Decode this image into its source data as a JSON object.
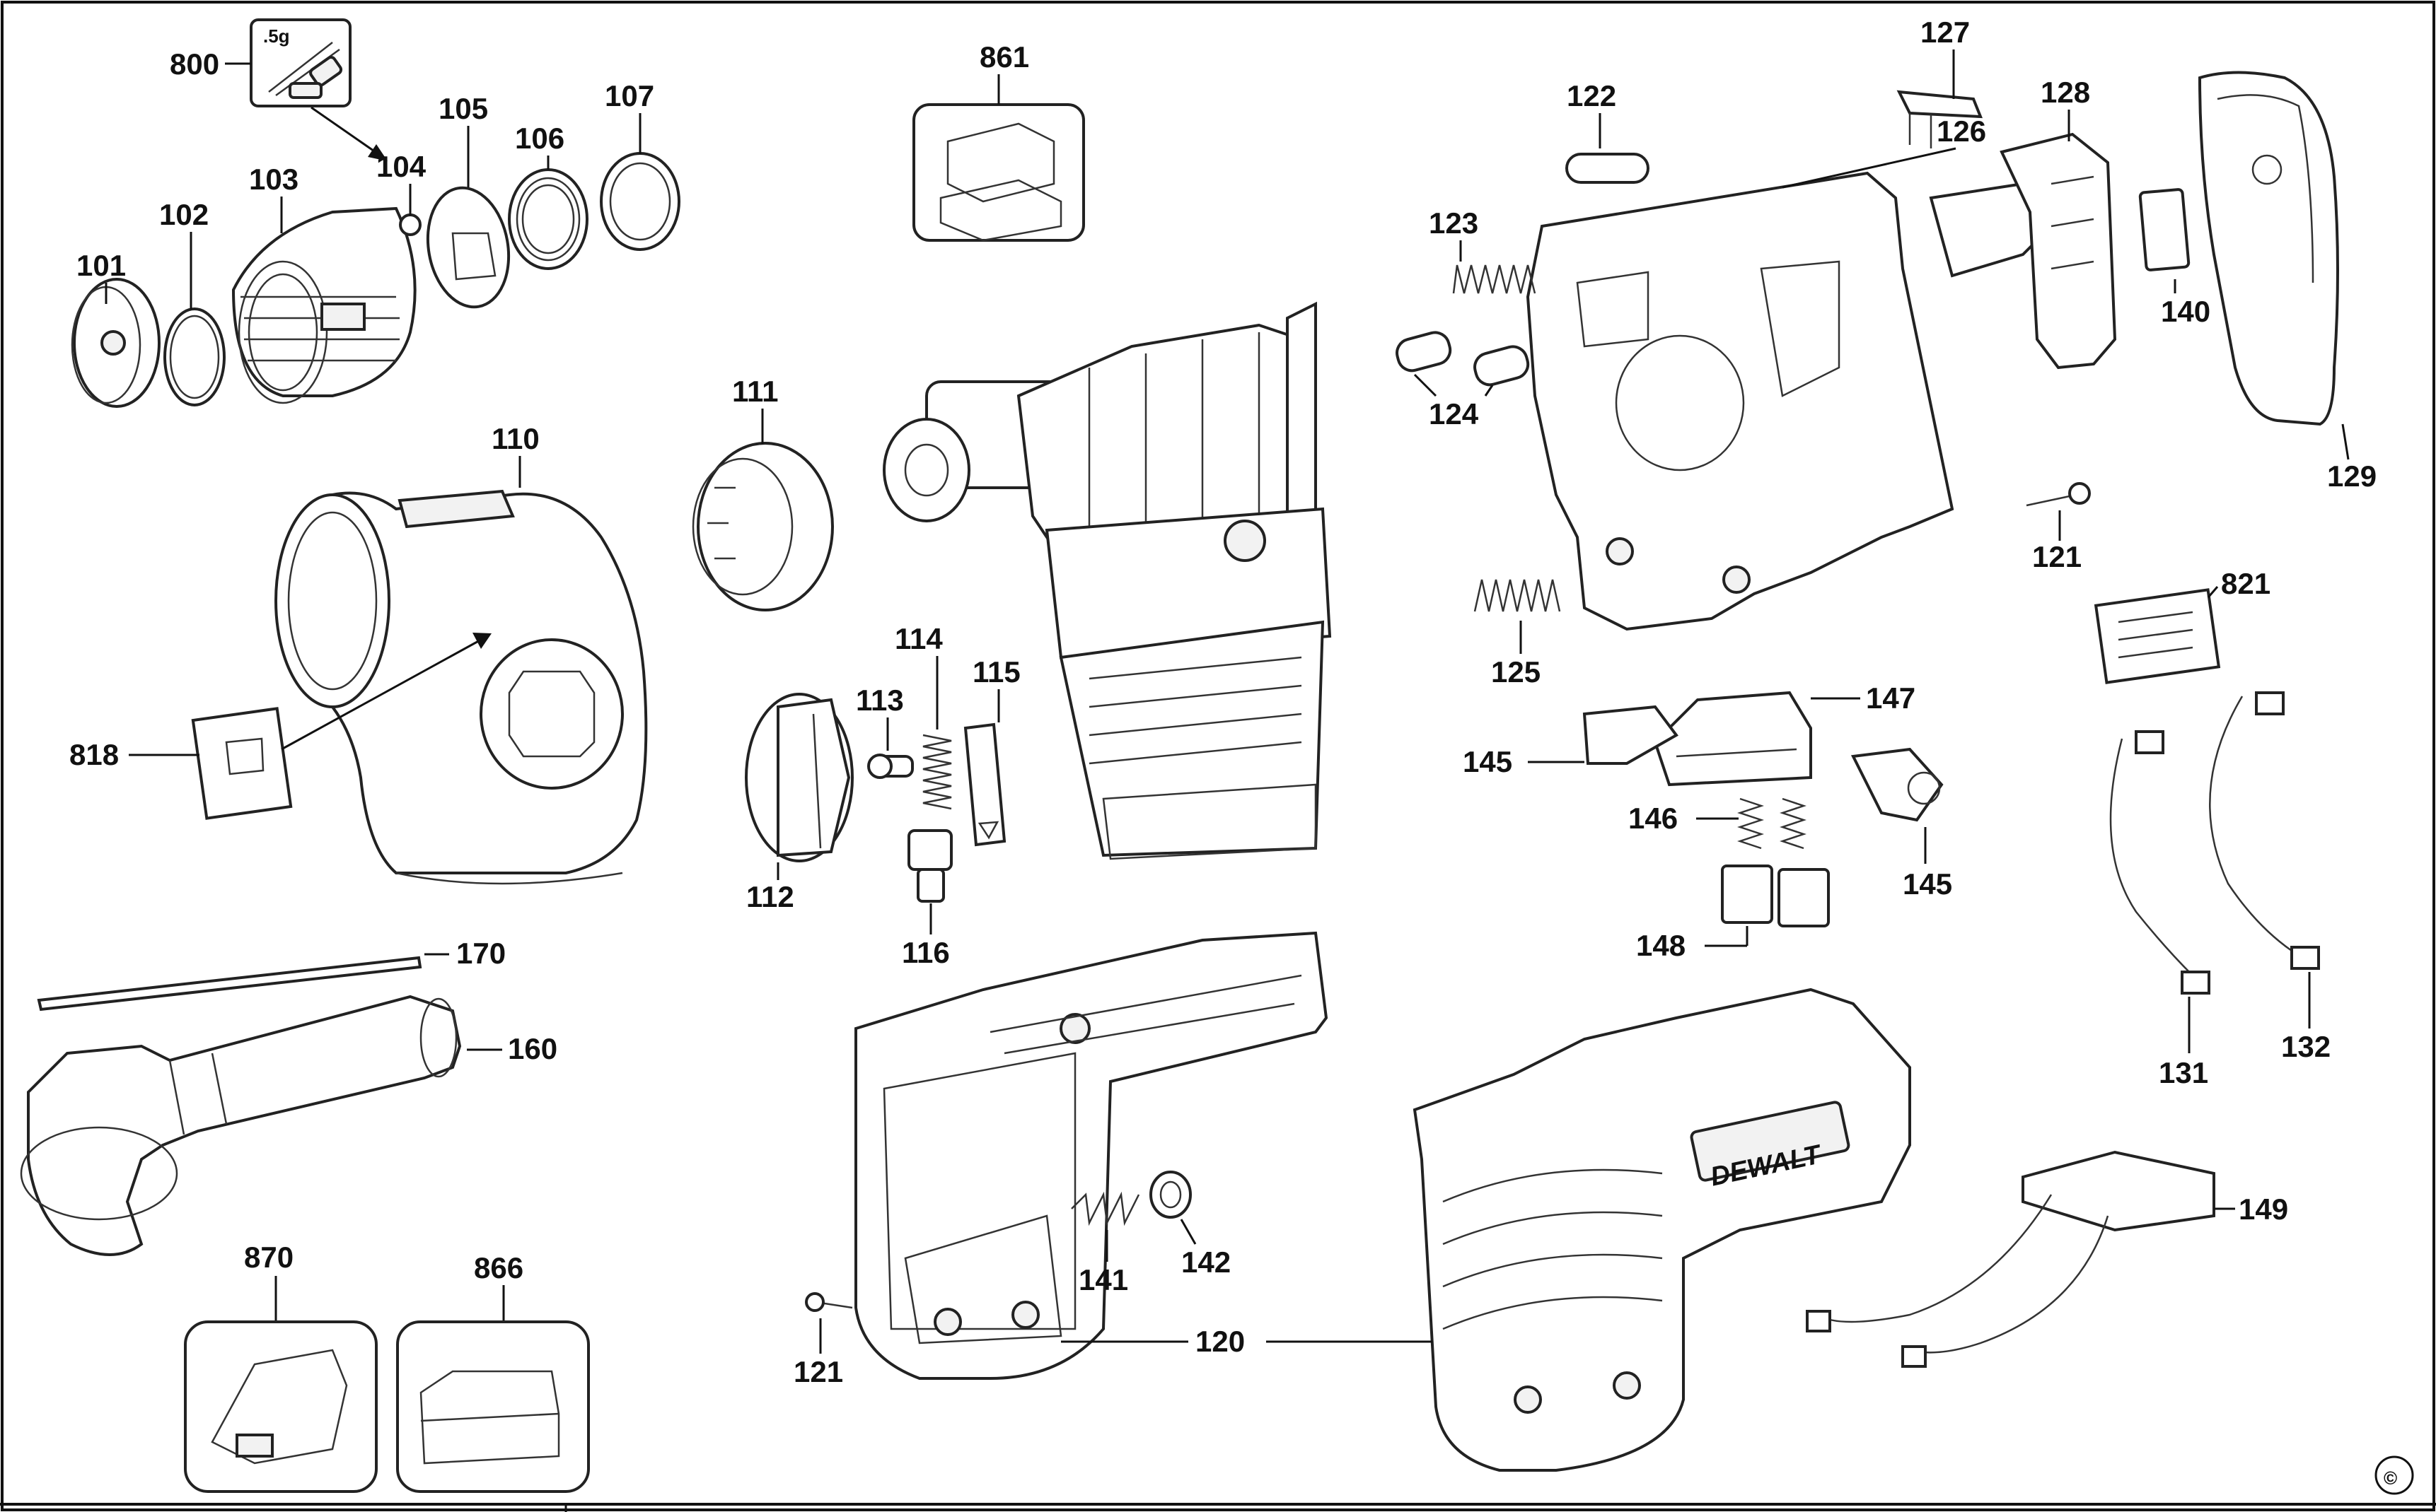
{
  "diagram": {
    "kit_weight": ".5g",
    "brand": "DEWALT",
    "copyright": "©",
    "part_numbers": {
      "p101": "101",
      "p102": "102",
      "p103": "103",
      "p104": "104",
      "p105": "105",
      "p106": "106",
      "p107": "107",
      "p110": "110",
      "p111": "111",
      "p112": "112",
      "p113": "113",
      "p114": "114",
      "p115": "115",
      "p116": "116",
      "p120": "120",
      "p121a": "121",
      "p121b": "121",
      "p122": "122",
      "p123": "123",
      "p124": "124",
      "p125": "125",
      "p126": "126",
      "p127": "127",
      "p128": "128",
      "p129": "129",
      "p131": "131",
      "p132": "132",
      "p140": "140",
      "p141": "141",
      "p142": "142",
      "p145a": "145",
      "p145b": "145",
      "p146": "146",
      "p147": "147",
      "p148": "148",
      "p149": "149",
      "p160": "160",
      "p170": "170",
      "p800": "800",
      "p818": "818",
      "p821": "821",
      "p861": "861",
      "p866": "866",
      "p870": "870"
    }
  }
}
